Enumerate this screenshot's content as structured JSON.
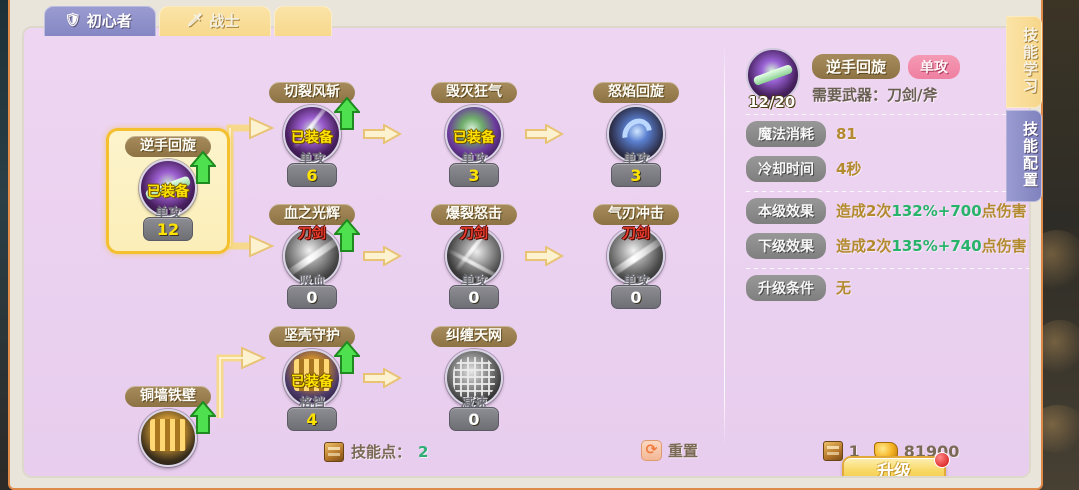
{
  "tabs": [
    {
      "label": "初心者",
      "icon": "shield-icon",
      "active": true
    },
    {
      "label": "战士",
      "icon": "sword-icon",
      "active": false
    }
  ],
  "side_tabs": [
    {
      "label": "技能学习",
      "active": true
    },
    {
      "label": "技能配置",
      "active": false
    }
  ],
  "skills": [
    {
      "name": "逆手回旋",
      "type": "单攻",
      "level": "12",
      "equipped": "已装备",
      "weapon": "",
      "upgradable": true,
      "selected": true,
      "icon": "purple-spin-icon"
    },
    {
      "name": "切裂风斩",
      "type": "单攻",
      "level": "6",
      "equipped": "已装备",
      "weapon": "",
      "upgradable": true,
      "selected": false,
      "icon": "purple-slash-icon"
    },
    {
      "name": "毁灭狂气",
      "type": "单攻",
      "level": "3",
      "equipped": "已装备",
      "weapon": "",
      "upgradable": false,
      "selected": false,
      "icon": "green-purple-icon"
    },
    {
      "name": "怒焰回旋",
      "type": "单攻",
      "level": "3",
      "equipped": "",
      "weapon": "",
      "upgradable": false,
      "selected": false,
      "icon": "blue-swirl-icon"
    },
    {
      "name": "血之光辉",
      "type": "吸血",
      "level": "0",
      "equipped": "",
      "weapon": "刀剑",
      "upgradable": true,
      "selected": false,
      "icon": "steel-slash-icon"
    },
    {
      "name": "爆裂怒击",
      "type": "单攻",
      "level": "0",
      "equipped": "",
      "weapon": "刀剑",
      "upgradable": false,
      "selected": false,
      "icon": "steel-burst-icon"
    },
    {
      "name": "气刃冲击",
      "type": "单攻",
      "level": "0",
      "equipped": "",
      "weapon": "刀剑",
      "upgradable": false,
      "selected": false,
      "icon": "steel-thrust-icon"
    },
    {
      "name": "铜墙铁壁",
      "type": "",
      "level": "",
      "equipped": "",
      "weapon": "",
      "upgradable": true,
      "selected": false,
      "icon": "wall-icon"
    },
    {
      "name": "坚壳守护",
      "type": "格挡",
      "level": "4",
      "equipped": "已装备",
      "weapon": "",
      "upgradable": true,
      "selected": false,
      "icon": "shield-guard-icon"
    },
    {
      "name": "纠缠天网",
      "type": "减速",
      "level": "0",
      "equipped": "",
      "weapon": "",
      "upgradable": false,
      "selected": false,
      "icon": "net-icon"
    }
  ],
  "detail": {
    "name": "逆手回旋",
    "type_badge": "单攻",
    "icon_level": "12/20",
    "weapon_req": "需要武器：刀剑/斧",
    "stats": [
      {
        "label": "魔法消耗",
        "value": "81"
      },
      {
        "label": "冷却时间",
        "value": "4秒"
      }
    ],
    "effects": [
      {
        "label": "本级效果",
        "prefix": "造成2次",
        "highlight": "132%+700",
        "suffix": "点伤害"
      },
      {
        "label": "下级效果",
        "prefix": "造成2次",
        "highlight": "135%+740",
        "suffix": "点伤害"
      }
    ],
    "condition": {
      "label": "升级条件",
      "value": "无"
    },
    "cost": {
      "scroll_count": "1",
      "gold_count": "81900"
    },
    "upgrade_button": "升级"
  },
  "footer": {
    "skill_point_label": "技能点：",
    "skill_point_value": "2",
    "reset_label": "重置",
    "reset_icon": "refresh-icon"
  },
  "colors": {
    "panel_bg": "#ebd3ef",
    "frame": "#e9e5da",
    "border_orange": "#e08a4a",
    "tab_active": "#9a9bd0",
    "tab_inactive": "#fbe3a6",
    "title_pill": "#8d7344",
    "stat_pill": "#7f7f7f",
    "value_gold": "#b38a2e",
    "highlight_green": "#28b36a",
    "skill_point_green": "#2fae74",
    "level_yellow": "#ffe200",
    "weapon_red": "#e83c2c"
  }
}
